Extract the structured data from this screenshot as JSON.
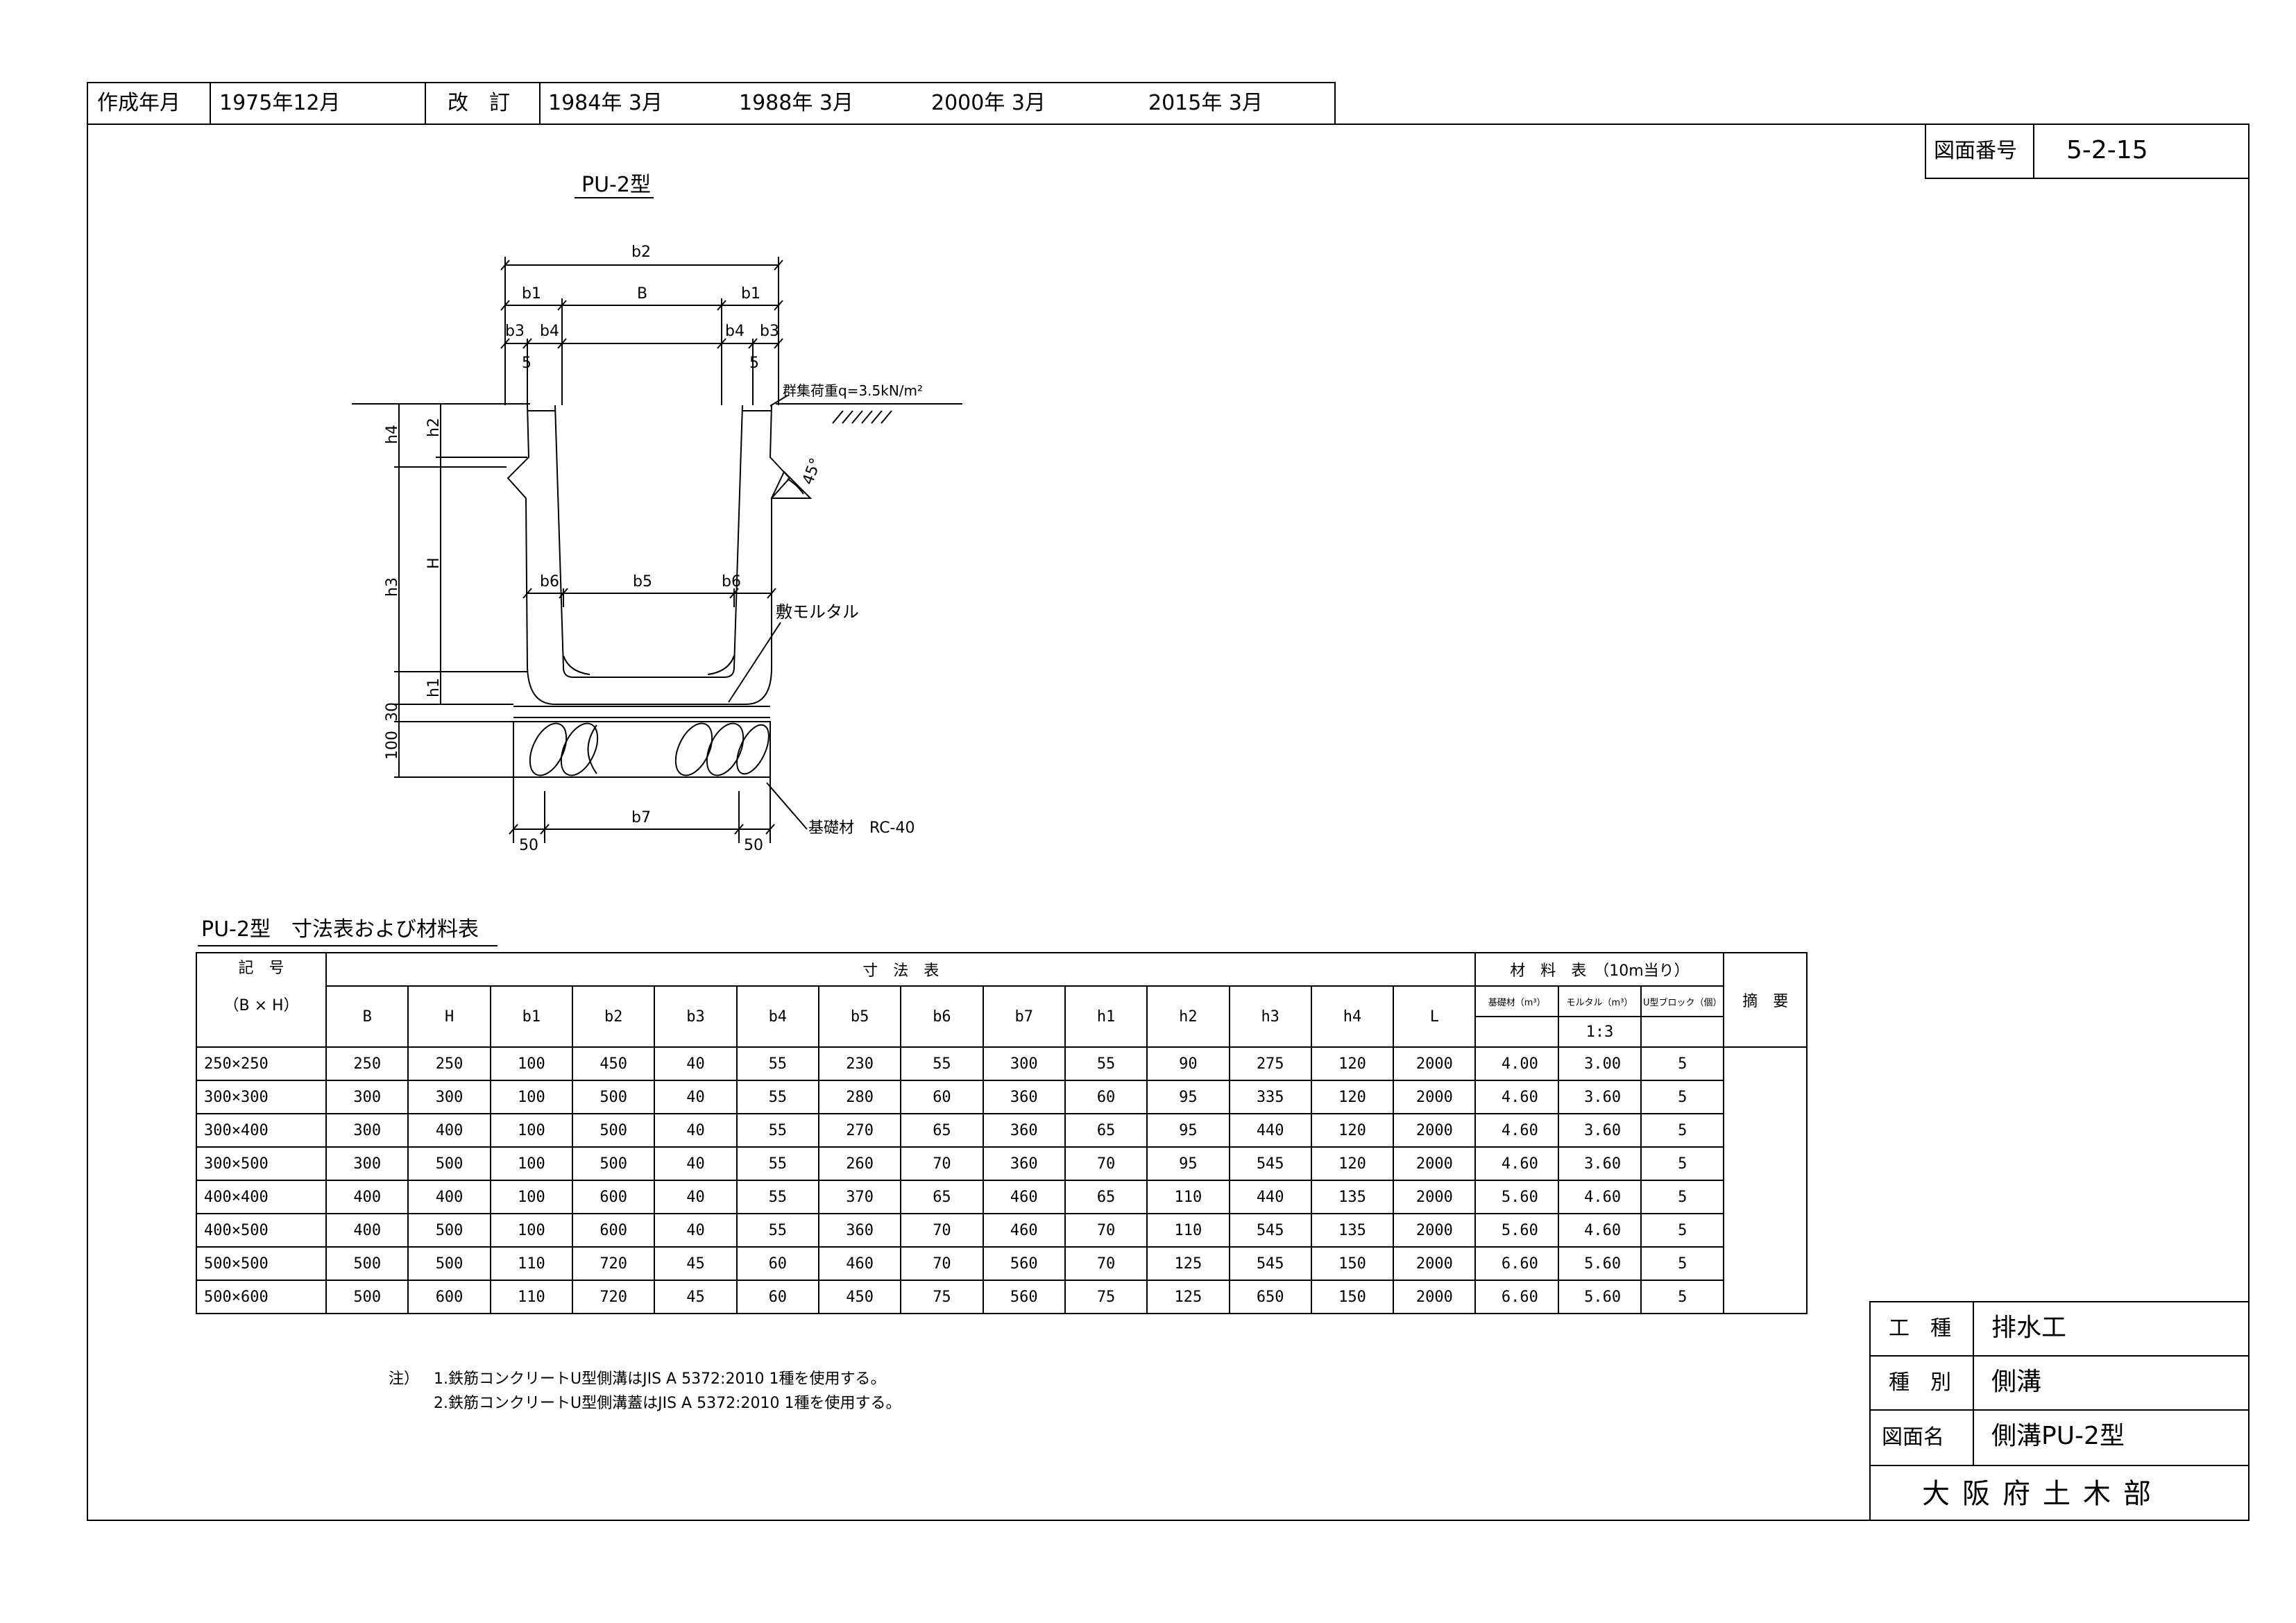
{
  "header": {
    "created_label": "作成年月",
    "created_value": "1975年12月",
    "revision_label": "改　訂",
    "revisions": [
      "1984年 3月",
      "1988年 3月",
      "2000年 3月",
      "2015年 3月"
    ]
  },
  "drawing_number": {
    "label": "図面番号",
    "value": "5-2-15"
  },
  "figure": {
    "title": "PU-2型",
    "dims": {
      "b2": "b2",
      "b1": "b1",
      "B": "B",
      "b3": "b3",
      "b4": "b4",
      "five": "5",
      "h4": "h4",
      "h2": "h2",
      "h3": "h3",
      "H": "H",
      "h1": "h1",
      "b6": "b6",
      "b5": "b5",
      "b7": "b7",
      "d30": "30",
      "d100": "100",
      "d50": "50"
    },
    "load_label": "群集荷重q=3.5kN/m²",
    "angle_label": "45°",
    "mortar_label": "敷モルタル",
    "base_label": "基礎材　RC-40"
  },
  "table": {
    "title": "PU-2型　寸法表および材料表",
    "symbol_header": "記　号",
    "symbol_sub": "（B × H）",
    "dims_header": "寸　法　表",
    "mat_header": "材　料　表　（10m当り）",
    "remarks_header": "摘　要",
    "columns": [
      "B",
      "H",
      "b1",
      "b2",
      "b3",
      "b4",
      "b5",
      "b6",
      "b7",
      "h1",
      "h2",
      "h3",
      "h4",
      "L"
    ],
    "mat_columns": [
      "基礎材（m³）",
      "モルタル（m³）",
      "U型ブロック（個）"
    ],
    "mortar_ratio": "1:3",
    "rows": [
      [
        "250×250",
        "250",
        "250",
        "100",
        "450",
        "40",
        "55",
        "230",
        "55",
        "300",
        "55",
        "90",
        "275",
        "120",
        "2000",
        "4.00",
        "3.00",
        "5"
      ],
      [
        "300×300",
        "300",
        "300",
        "100",
        "500",
        "40",
        "55",
        "280",
        "60",
        "360",
        "60",
        "95",
        "335",
        "120",
        "2000",
        "4.60",
        "3.60",
        "5"
      ],
      [
        "300×400",
        "300",
        "400",
        "100",
        "500",
        "40",
        "55",
        "270",
        "65",
        "360",
        "65",
        "95",
        "440",
        "120",
        "2000",
        "4.60",
        "3.60",
        "5"
      ],
      [
        "300×500",
        "300",
        "500",
        "100",
        "500",
        "40",
        "55",
        "260",
        "70",
        "360",
        "70",
        "95",
        "545",
        "120",
        "2000",
        "4.60",
        "3.60",
        "5"
      ],
      [
        "400×400",
        "400",
        "400",
        "100",
        "600",
        "40",
        "55",
        "370",
        "65",
        "460",
        "65",
        "110",
        "440",
        "135",
        "2000",
        "5.60",
        "4.60",
        "5"
      ],
      [
        "400×500",
        "400",
        "500",
        "100",
        "600",
        "40",
        "55",
        "360",
        "70",
        "460",
        "70",
        "110",
        "545",
        "135",
        "2000",
        "5.60",
        "4.60",
        "5"
      ],
      [
        "500×500",
        "500",
        "500",
        "110",
        "720",
        "45",
        "60",
        "460",
        "70",
        "560",
        "70",
        "125",
        "545",
        "150",
        "2000",
        "6.60",
        "5.60",
        "5"
      ],
      [
        "500×600",
        "500",
        "600",
        "110",
        "720",
        "45",
        "60",
        "450",
        "75",
        "560",
        "75",
        "125",
        "650",
        "150",
        "2000",
        "6.60",
        "5.60",
        "5"
      ]
    ]
  },
  "notes": {
    "prefix": "注）",
    "lines": [
      "1.鉄筋コンクリートU型側溝はJIS A 5372:2010 1種を使用する。",
      "2.鉄筋コンクリートU型側溝蓋はJIS A 5372:2010 1種を使用する。"
    ]
  },
  "title_block": {
    "work_type_label": "工　種",
    "work_type_value": "排水工",
    "category_label": "種　別",
    "category_value": "側溝",
    "drawing_name_label": "図面名",
    "drawing_name_value": "側溝PU-2型",
    "org": "大阪府土木部"
  }
}
